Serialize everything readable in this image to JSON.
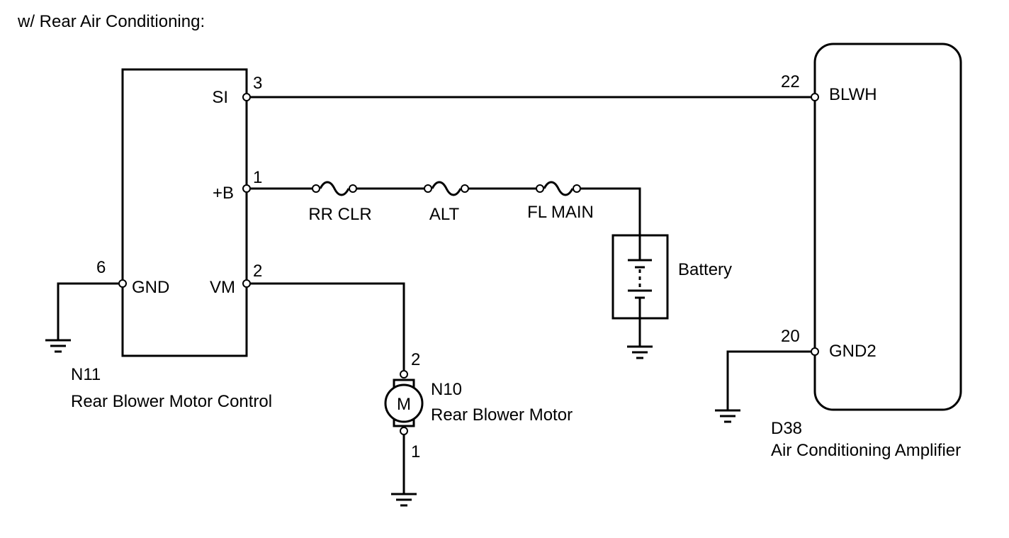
{
  "title": "w/ Rear Air Conditioning:",
  "components": {
    "n11": {
      "code": "N11",
      "name": "Rear Blower Motor Control",
      "pins": [
        {
          "pin": "3",
          "label": "SI"
        },
        {
          "pin": "1",
          "label": "+B"
        },
        {
          "pin": "2",
          "label": "VM"
        },
        {
          "pin": "6",
          "label": "GND"
        }
      ]
    },
    "n10": {
      "code": "N10",
      "name": "Rear Blower Motor",
      "symbol": "M",
      "pins": [
        {
          "pin": "2"
        },
        {
          "pin": "1"
        }
      ]
    },
    "d38": {
      "code": "D38",
      "name": "Air Conditioning Amplifier",
      "pins": [
        {
          "pin": "22",
          "label": "BLWH"
        },
        {
          "pin": "20",
          "label": "GND2"
        }
      ]
    },
    "battery": {
      "name": "Battery"
    }
  },
  "fuses": [
    {
      "name": "RR CLR"
    },
    {
      "name": "ALT"
    },
    {
      "name": "FL MAIN"
    }
  ],
  "icons": [
    "fuse-icon",
    "ground-icon",
    "battery-icon",
    "motor-icon",
    "terminal-icon"
  ]
}
